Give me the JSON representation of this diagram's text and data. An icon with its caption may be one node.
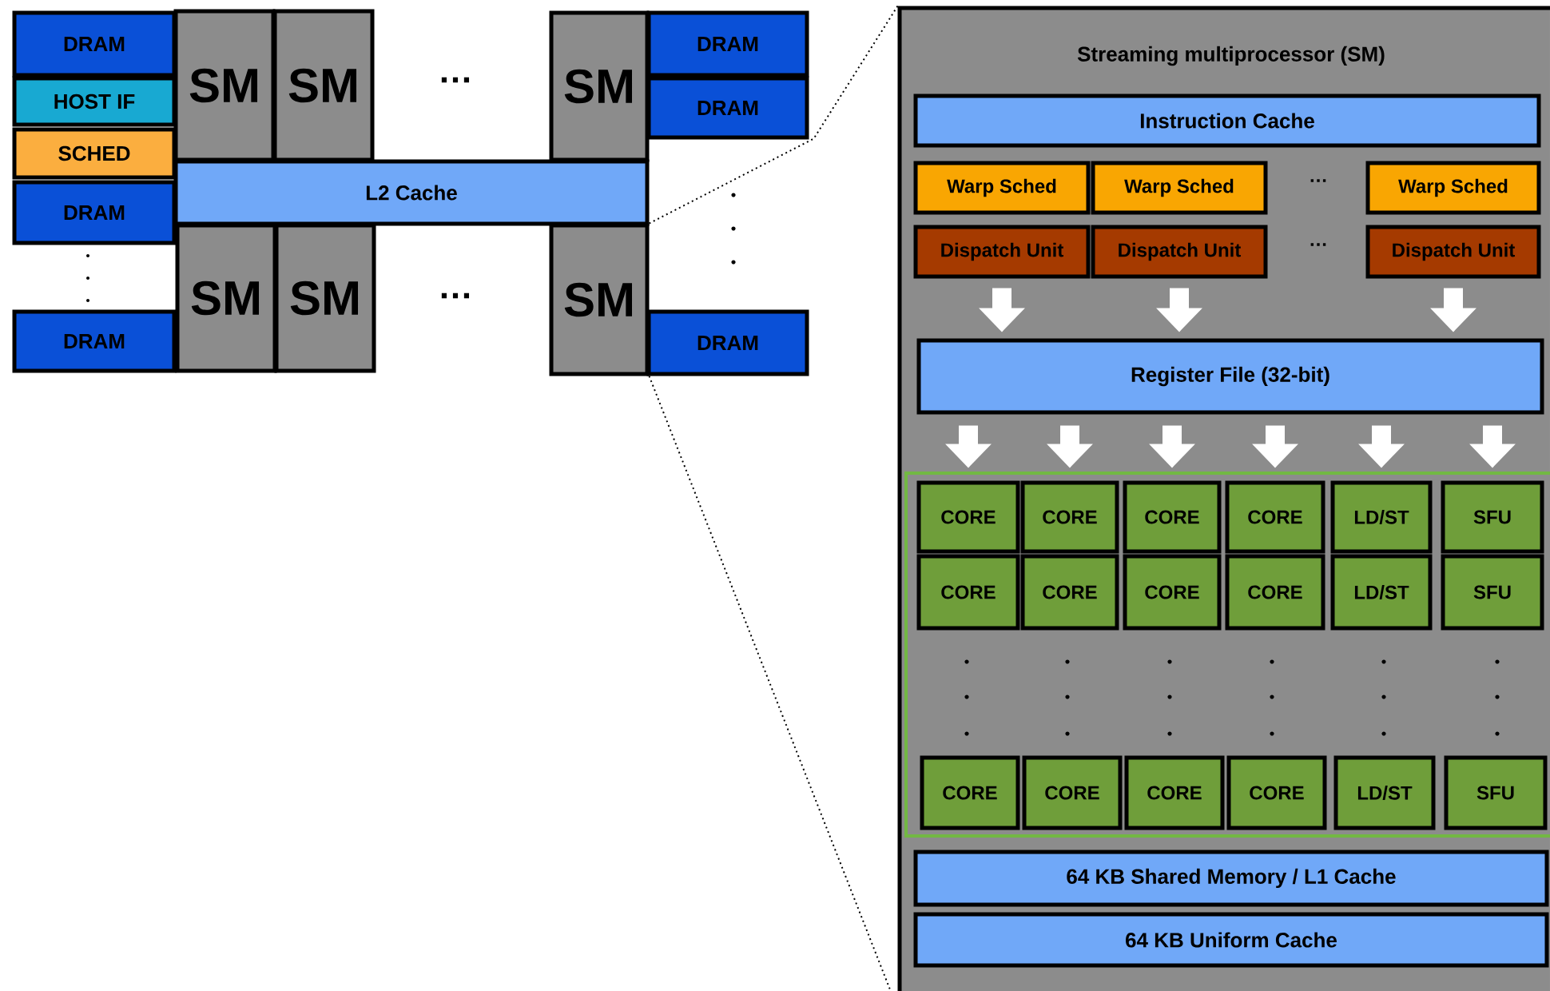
{
  "diagram": {
    "nodes": [
      {
        "text": [
          "DRAM"
        ]
      },
      {
        "text": [
          "HOST IF"
        ]
      },
      {
        "text": [
          "SCHED"
        ]
      },
      {
        "text": [
          "DRAM"
        ]
      },
      {
        "text": [
          "DRAM"
        ]
      },
      {
        "text": [
          "SM"
        ]
      },
      {
        "text": [
          "SM"
        ]
      },
      {
        "text": [
          "SM"
        ]
      },
      {
        "text": [
          "L2 Cache"
        ]
      },
      {
        "text": [
          "SM"
        ]
      },
      {
        "text": [
          "SM"
        ]
      },
      {
        "text": [
          "SM"
        ]
      },
      {
        "text": [
          "DRAM"
        ]
      },
      {
        "text": [
          "DRAM"
        ]
      },
      {
        "text": [
          "DRAM"
        ]
      },
      {
        "text": [
          "Streaming multiprocessor (SM)"
        ]
      },
      {
        "text": [
          "Instruction Cache"
        ],
        "in": 15
      },
      {
        "text": [
          "Warp Sched"
        ],
        "in": 15
      },
      {
        "text": [
          "Warp Sched"
        ],
        "in": 15
      },
      {
        "text": [
          "Warp Sched"
        ],
        "in": 15
      },
      {
        "text": [
          "Dispatch Unit"
        ],
        "in": 15
      },
      {
        "text": [
          "Dispatch Unit"
        ],
        "in": 15
      },
      {
        "text": [
          "Dispatch Unit"
        ],
        "in": 15
      },
      {
        "text": [
          "Register File (32-bit)"
        ],
        "in": 15
      },
      {
        "text": [],
        "shape": "box",
        "in": 15
      },
      {
        "text": [
          "CORE"
        ],
        "in": 24
      },
      {
        "text": [
          "CORE"
        ],
        "in": 24
      },
      {
        "text": [
          "CORE"
        ],
        "in": 24
      },
      {
        "text": [
          "CORE"
        ],
        "in": 24
      },
      {
        "text": [
          "LD/ST"
        ],
        "in": 24
      },
      {
        "text": [
          "SFU"
        ],
        "in": 24
      },
      {
        "text": [
          "CORE"
        ],
        "in": 24
      },
      {
        "text": [
          "CORE"
        ],
        "in": 24
      },
      {
        "text": [
          "CORE"
        ],
        "in": 24
      },
      {
        "text": [
          "CORE"
        ],
        "in": 24
      },
      {
        "text": [
          "LD/ST"
        ],
        "in": 24
      },
      {
        "text": [
          "SFU"
        ],
        "in": 24
      },
      {
        "text": [
          "CORE"
        ],
        "in": 24
      },
      {
        "text": [
          "CORE"
        ],
        "in": 24
      },
      {
        "text": [
          "CORE"
        ],
        "in": 24
      },
      {
        "text": [
          "CORE"
        ],
        "in": 24
      },
      {
        "text": [
          "LD/ST"
        ],
        "in": 24
      },
      {
        "text": [
          "SFU"
        ],
        "in": 24
      },
      {
        "text": [
          "64 KB Shared Memory / L1 Cache"
        ],
        "in": 15
      },
      {
        "text": [
          "64 KB Uniform Cache"
        ],
        "in": 15
      }
    ],
    "edges": [
      {
        "from": 11,
        "to": 15,
        "arrow": "none",
        "style": "dashed",
        "color": "#000000"
      },
      {
        "from": 11,
        "to": 15,
        "arrow": "none",
        "style": "dashed",
        "color": "#000000"
      },
      {
        "from": 20,
        "to": 23,
        "arrow": "to"
      },
      {
        "from": 21,
        "to": 23,
        "arrow": "to"
      },
      {
        "from": 22,
        "to": 23,
        "arrow": "to"
      },
      {
        "from": 23,
        "to": 25,
        "arrow": "to"
      },
      {
        "from": 23,
        "to": 26,
        "arrow": "to"
      },
      {
        "from": 23,
        "to": 27,
        "arrow": "to"
      },
      {
        "from": 23,
        "to": 28,
        "arrow": "to"
      },
      {
        "from": 23,
        "to": 29,
        "arrow": "to"
      },
      {
        "from": 23,
        "to": 30,
        "arrow": "to"
      }
    ],
    "labels": [
      "…",
      "…",
      "…",
      "…"
    ]
  }
}
